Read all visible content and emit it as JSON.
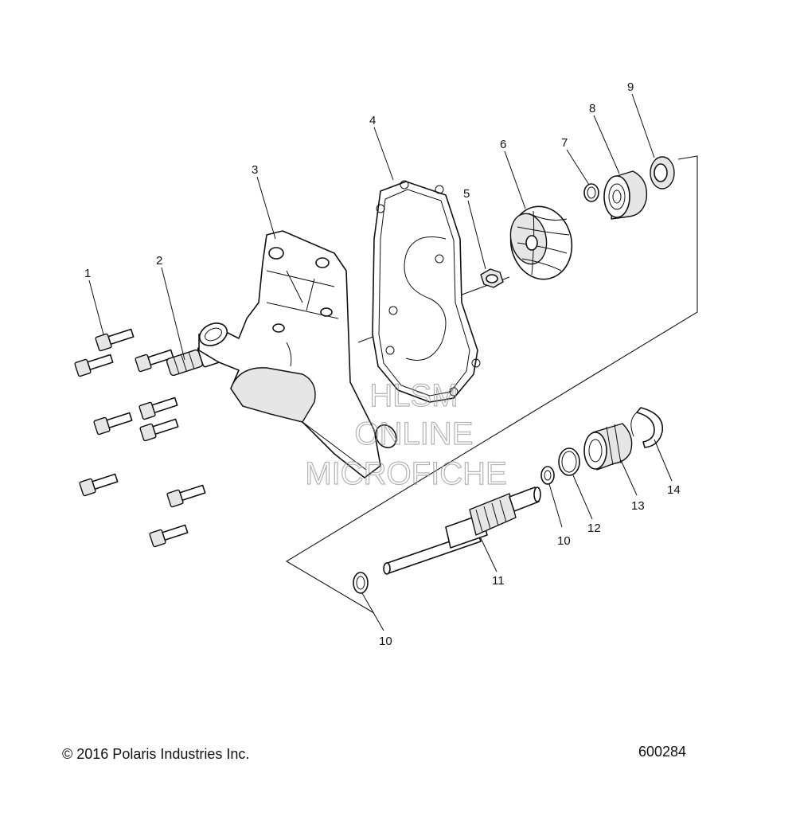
{
  "callouts": [
    {
      "id": "c1",
      "label": "1"
    },
    {
      "id": "c2",
      "label": "2"
    },
    {
      "id": "c3",
      "label": "3"
    },
    {
      "id": "c4",
      "label": "4"
    },
    {
      "id": "c5",
      "label": "5"
    },
    {
      "id": "c6",
      "label": "6"
    },
    {
      "id": "c7",
      "label": "7"
    },
    {
      "id": "c8",
      "label": "8"
    },
    {
      "id": "c9",
      "label": "9"
    },
    {
      "id": "c10a",
      "label": "10"
    },
    {
      "id": "c10b",
      "label": "10"
    },
    {
      "id": "c11",
      "label": "11"
    },
    {
      "id": "c12",
      "label": "12"
    },
    {
      "id": "c13",
      "label": "13"
    },
    {
      "id": "c14",
      "label": "14"
    }
  ],
  "watermark": {
    "line1": "HLSM",
    "line2": "ONLINE",
    "line3": "MICROFICHE"
  },
  "footer": {
    "copyright": "© 2016 Polaris Industries Inc.",
    "figure_number": "600284"
  }
}
